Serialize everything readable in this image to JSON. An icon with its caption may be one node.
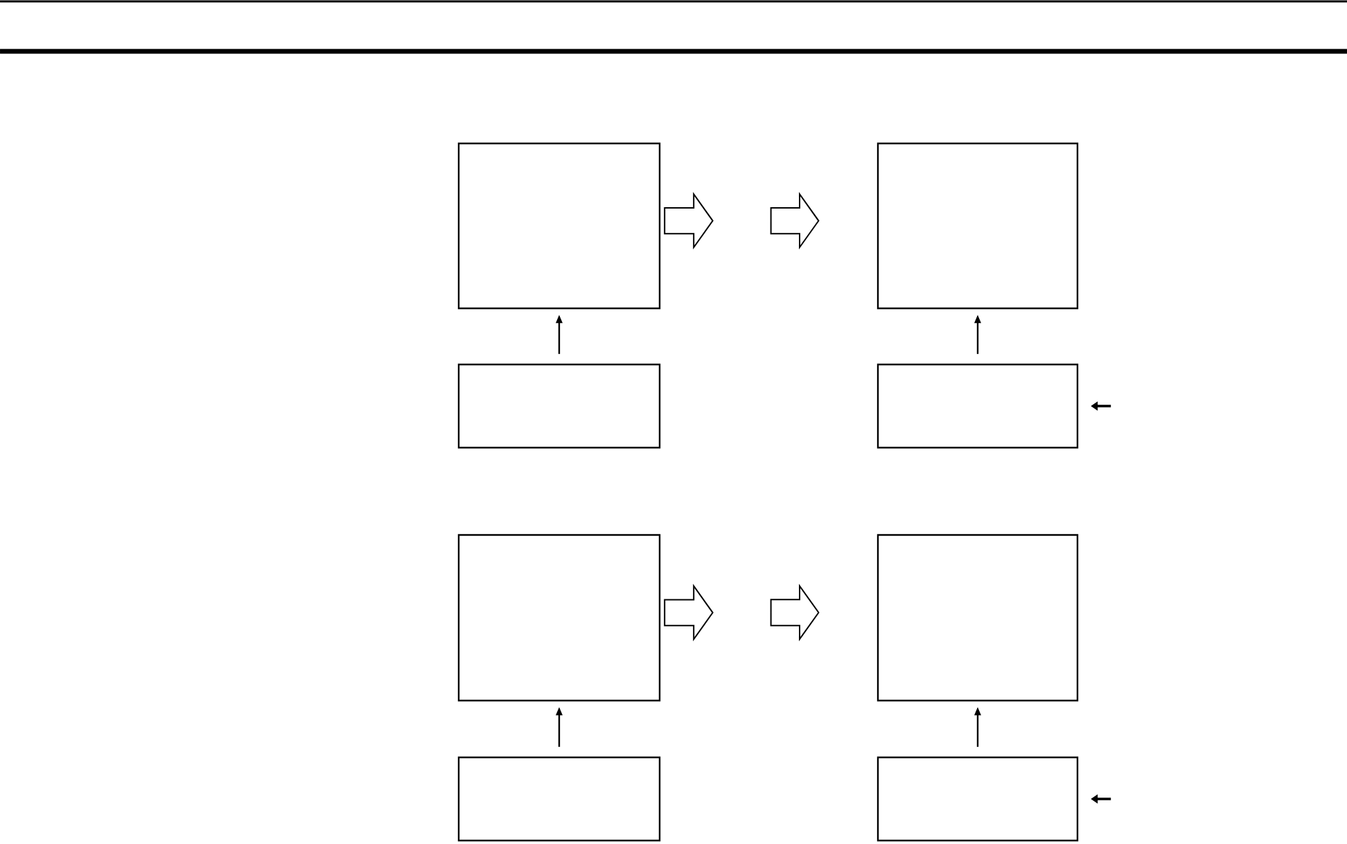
{
  "diagram": {
    "nodes": [
      {
        "text": [],
        "shape": "box"
      },
      {
        "text": [],
        "shape": "box"
      },
      {
        "text": [],
        "shape": "box"
      },
      {
        "text": [],
        "shape": "box"
      },
      {
        "text": [],
        "shape": "box"
      },
      {
        "text": [],
        "shape": "box"
      },
      {
        "text": [],
        "shape": "box"
      },
      {
        "text": [],
        "shape": "box"
      }
    ],
    "edges": [
      {
        "from": 2,
        "to": 0,
        "arrow": "to"
      },
      {
        "from": 3,
        "to": 1,
        "arrow": "to"
      },
      {
        "from": 0,
        "to": null,
        "arrow": "to"
      },
      {
        "from": null,
        "to": 3,
        "arrow": "to"
      },
      {
        "from": 6,
        "to": 4,
        "arrow": "to"
      },
      {
        "from": 7,
        "to": 5,
        "arrow": "to"
      },
      {
        "from": 4,
        "to": null,
        "arrow": "to"
      },
      {
        "from": null,
        "to": 7,
        "arrow": "to"
      }
    ]
  }
}
